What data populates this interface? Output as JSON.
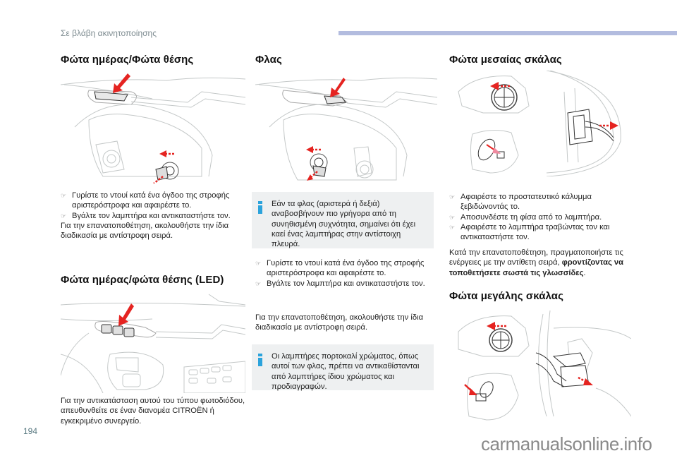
{
  "header": {
    "running_head": "Σε βλάβη ακινητοποίησης",
    "accent_color": "#b3bcdf"
  },
  "column1": {
    "section1": {
      "title": "Φώτα ημέρας/Φώτα θέσης",
      "illustration": "headlamp-rear-view-daytime-light",
      "bullets": [
        "Γυρίστε το ντουί κατά ένα όγδοο της στροφής αριστερόστροφα και αφαιρέστε το.",
        "Βγάλτε τον λαμπτήρα και αντικαταστήστε τον."
      ],
      "paragraph": "Για την επανατοποθέτηση, ακολουθήστε την ίδια διαδικασία με αντίστροφη σειρά."
    },
    "section2": {
      "title": "Φώτα ημέρας/φώτα θέσης (LED)",
      "illustration": "front-bumper-led-lights",
      "paragraph_parts": [
        "Για την αντικατάσταση αυτού του τύπου φωτοδιόδου,",
        "απευθυνθείτε σε έναν διανομέα CITROËN ή",
        "εγκεκριμένο συνεργείο."
      ]
    }
  },
  "column2": {
    "section": {
      "title": "Φλας",
      "illustration": "headlamp-rear-view-indicator",
      "note1": "Εάν τα φλας (αριστερά ή δεξιά) αναβοσβήνουν πιο γρήγορα από τη συνηθισμένη συχνότητα, σημαίνει ότι έχει καεί ένας λαμπτήρας στην αντίστοιχη πλευρά.",
      "bullets": [
        "Γυρίστε το ντουί κατά ένα όγδοο της στροφής αριστερόστροφα και αφαιρέστε το.",
        "Βγάλτε τον λαμπτήρα και αντικαταστήστε τον."
      ],
      "paragraph": "Για την επανατοποθέτηση, ακολουθήστε την ίδια διαδικασία με αντίστροφη σειρά.",
      "note2": "Οι λαμπτήρες πορτοκαλί χρώματος, όπως αυτοί των φλας, πρέπει να αντικαθίστανται από λαμπτήρες ίδιου χρώματος και προδιαγραφών."
    },
    "note_icon_color": "#2ba3dc"
  },
  "column3": {
    "section1": {
      "title": "Φώτα μεσαίας σκάλας",
      "illustration": "dipped-beam-bulb-replacement",
      "bullets": [
        "Αφαιρέστε το προστατευτικό κάλυμμα ξεβιδώνοντάς το.",
        "Αποσυνδέστε τη φίσα από το λαμπτήρα.",
        "Αφαιρέστε το λαμπτήρα τραβώντας τον και αντικαταστήστε τον."
      ],
      "paragraph_normal": "Κατά την επανατοποθέτηση, πραγματοποιήστε τις ενέργειες με την αντίθετη σειρά, ",
      "paragraph_bold": "φροντίζοντας να τοποθετήσετε σωστά τις γλωσσίδες",
      "paragraph_end": "."
    },
    "section2": {
      "title": "Φώτα μεγάλης σκάλας",
      "illustration": "main-beam-bulb-replacement"
    }
  },
  "footer": {
    "page_number": "194",
    "watermark": "carmanualsonline.info"
  },
  "icons": {
    "bullet": "pointing-hand-icon",
    "note": "info-icon"
  },
  "arrow_color": "#e52421"
}
